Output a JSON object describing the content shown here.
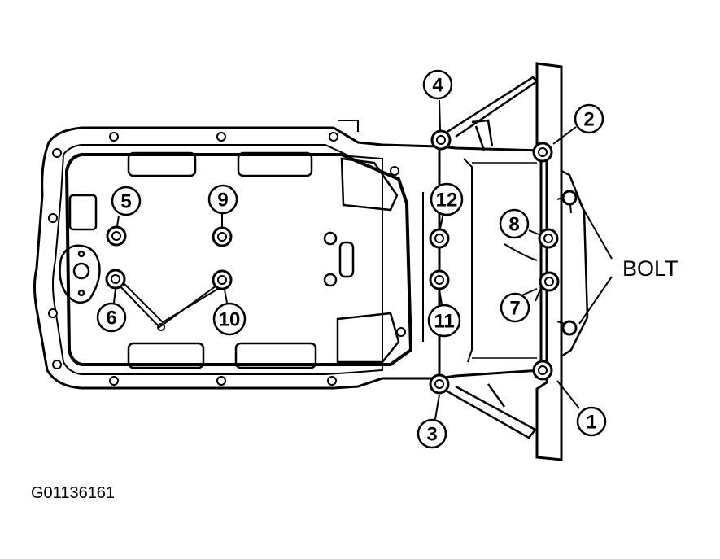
{
  "diagram": {
    "bolt_label": "BOLT",
    "figure_code": "G01136161",
    "callouts": [
      "1",
      "2",
      "3",
      "4",
      "5",
      "6",
      "7",
      "8",
      "9",
      "10",
      "11",
      "12"
    ]
  },
  "colors": {
    "line": "#000000",
    "background": "#ffffff"
  }
}
